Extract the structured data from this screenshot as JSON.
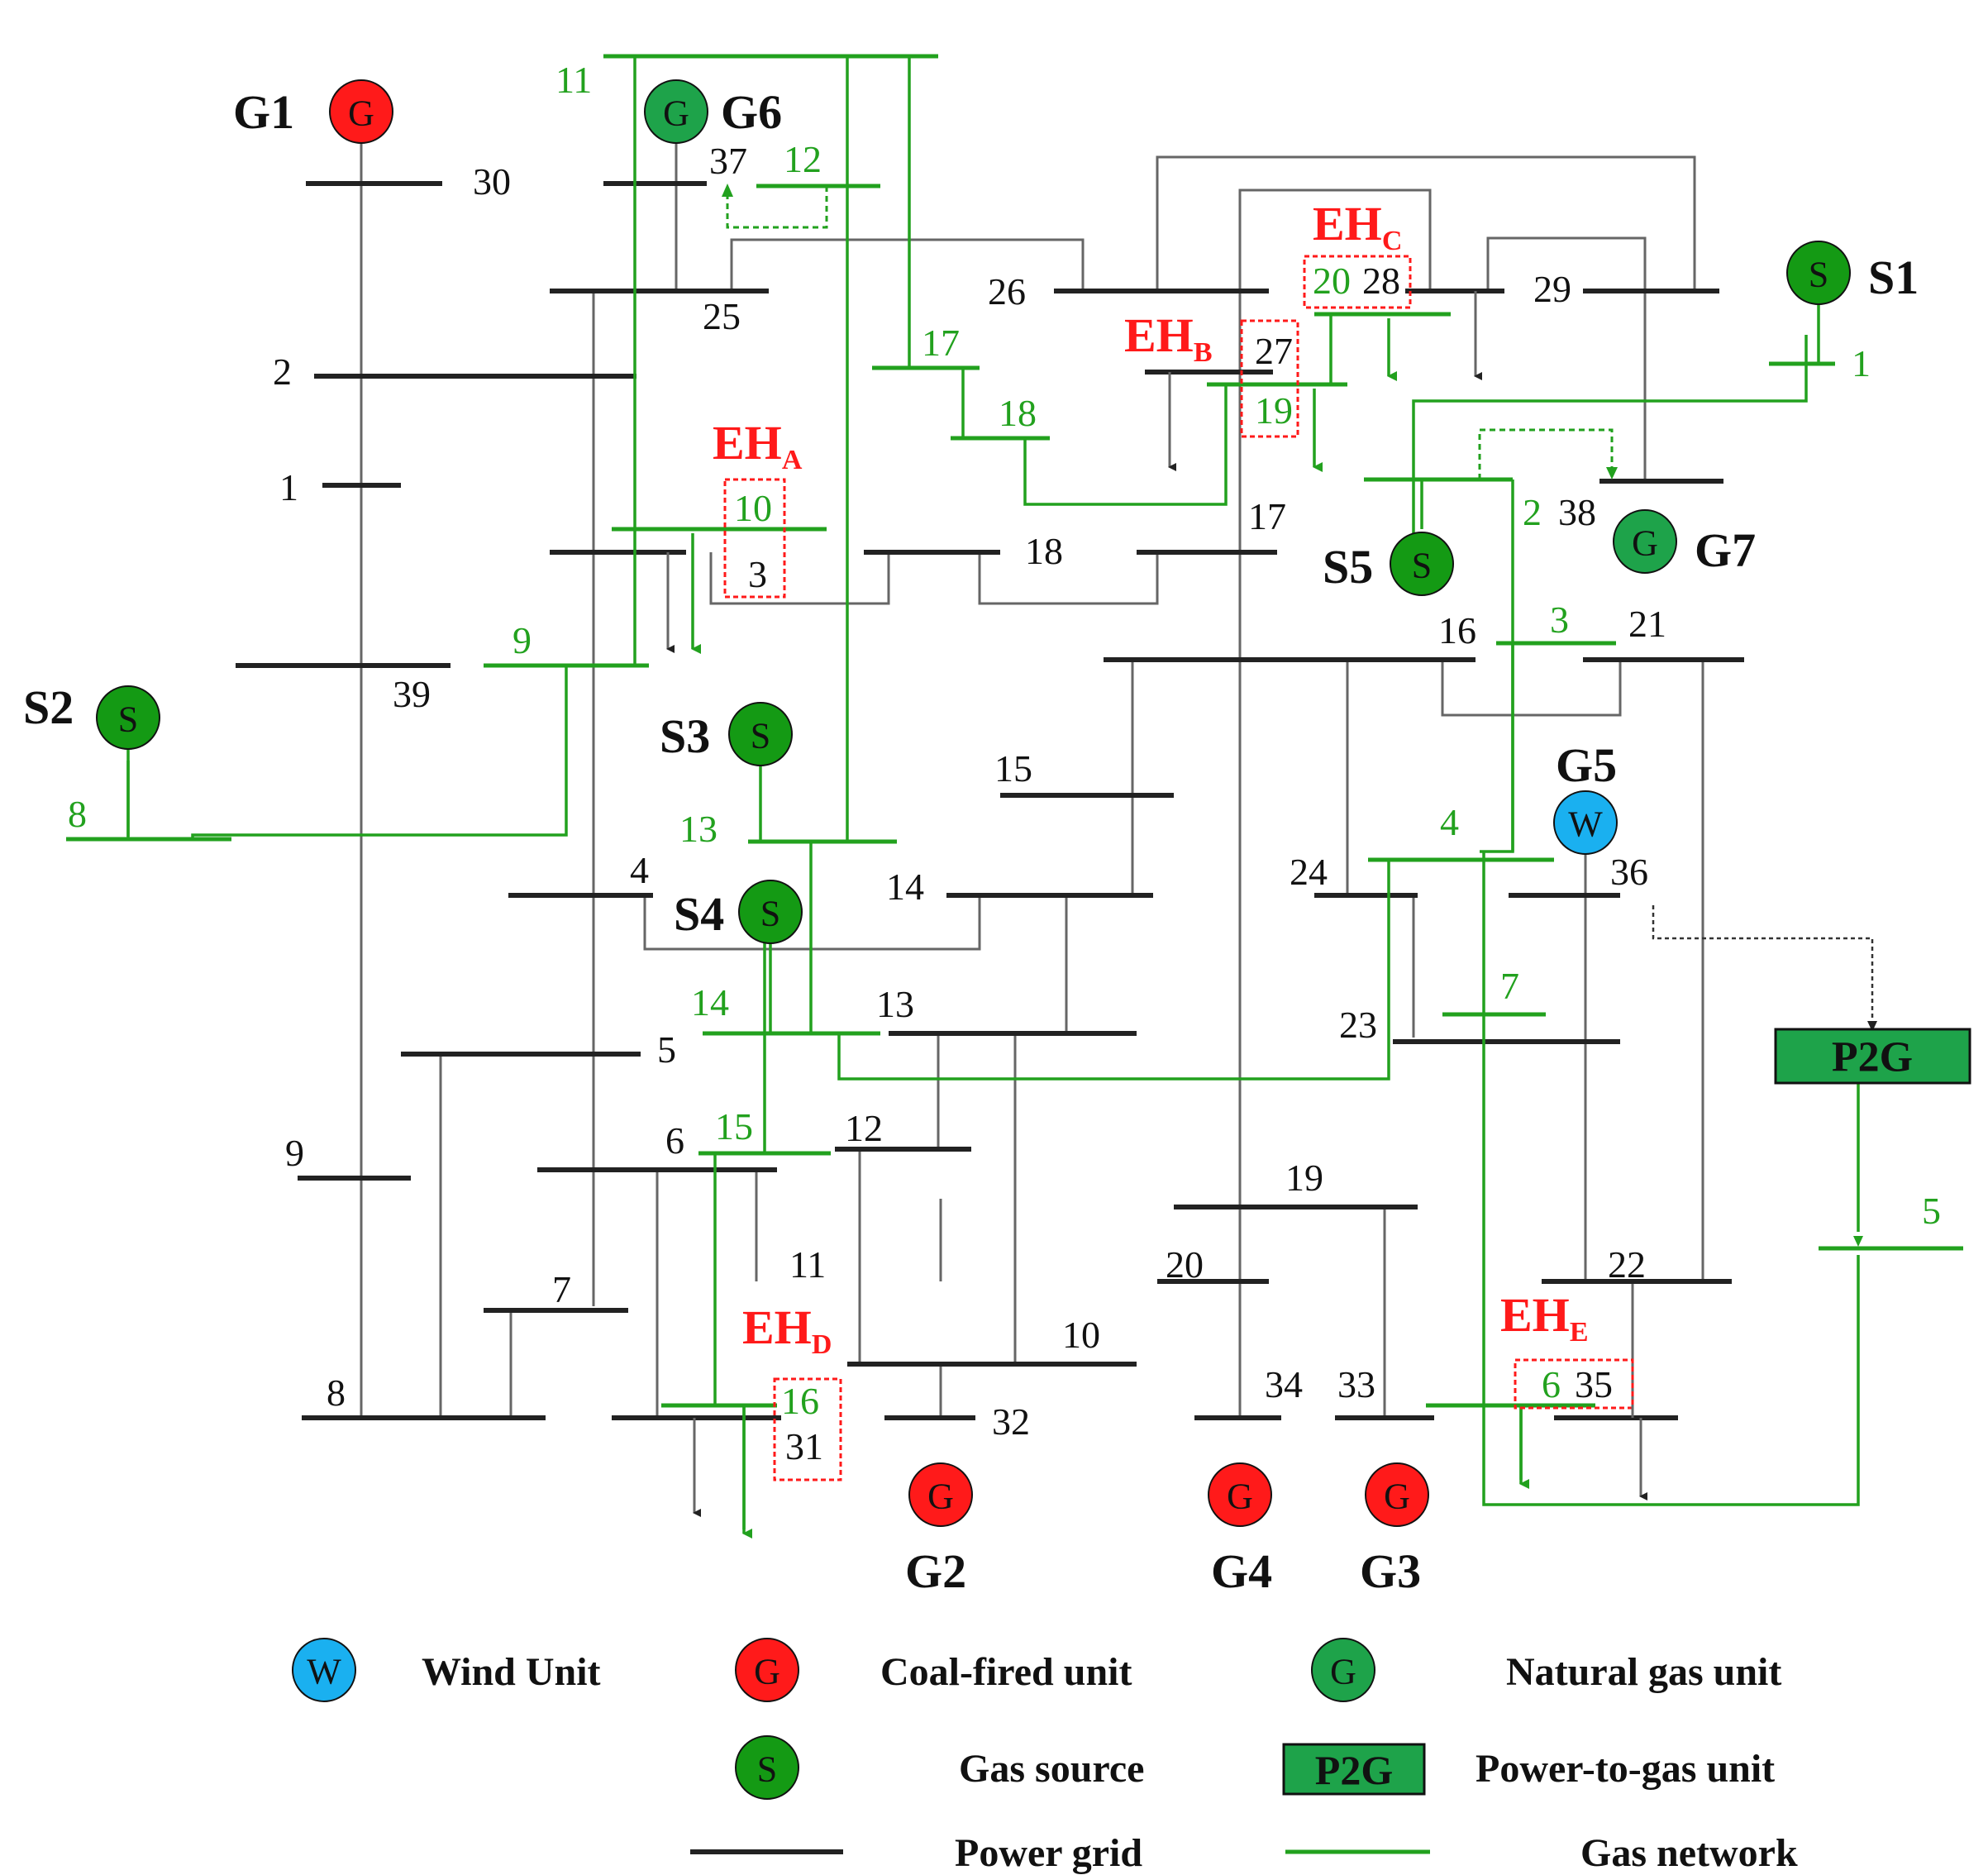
{
  "power_buses": [
    "1",
    "2",
    "3",
    "4",
    "5",
    "6",
    "7",
    "8",
    "9",
    "10",
    "11",
    "12",
    "13",
    "14",
    "15",
    "16",
    "17",
    "18",
    "19",
    "20",
    "21",
    "22",
    "23",
    "24",
    "25",
    "26",
    "27",
    "28",
    "29",
    "30",
    "31",
    "32",
    "33",
    "34",
    "35",
    "36",
    "37",
    "38",
    "39"
  ],
  "gas_nodes": [
    "1",
    "2",
    "3",
    "4",
    "5",
    "6",
    "7",
    "8",
    "9",
    "10",
    "11",
    "12",
    "13",
    "14",
    "15",
    "16",
    "17",
    "18",
    "19",
    "20"
  ],
  "generators": {
    "g1": "G1",
    "g2": "G2",
    "g3": "G3",
    "g4": "G4",
    "g5": "G5",
    "g6": "G6",
    "g7": "G7"
  },
  "gas_sources": {
    "s1": "S1",
    "s2": "S2",
    "s3": "S3",
    "s4": "S4",
    "s5": "S5"
  },
  "energy_hubs": {
    "a": {
      "main": "EH",
      "sub": "A"
    },
    "b": {
      "main": "EH",
      "sub": "B"
    },
    "c": {
      "main": "EH",
      "sub": "C"
    },
    "d": {
      "main": "EH",
      "sub": "D"
    },
    "e": {
      "main": "EH",
      "sub": "E"
    }
  },
  "symbols": {
    "wind": "W",
    "coal": "G",
    "gas_unit": "G",
    "source": "S"
  },
  "p2g_label": "P2G",
  "legend": {
    "wind": "Wind Unit",
    "coal": "Coal-fired unit",
    "gas_unit": "Natural gas unit",
    "source": "Gas source",
    "p2g": "Power-to-gas unit",
    "p2g_label": "P2G",
    "power": "Power grid",
    "gas": "Gas network"
  },
  "colors": {
    "coal": "#ff1a1a",
    "gas_unit": "#1ea34a",
    "wind": "#1ab0f0",
    "source": "#149a14",
    "p2g": "#1ea34a",
    "power_line": "#222222",
    "gas_line": "#22a11e",
    "hub": "#ff1a1a"
  }
}
